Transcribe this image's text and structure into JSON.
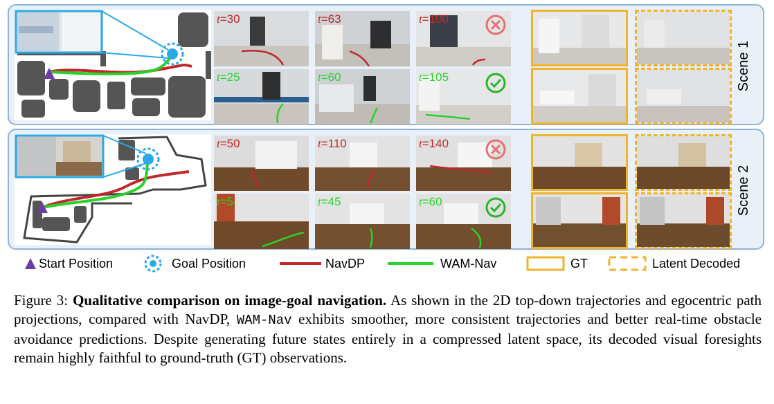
{
  "scenes": [
    {
      "label": "Scene 1",
      "navdp": [
        {
          "t_prefix": "t",
          "t_value": "=30"
        },
        {
          "t_prefix": "t",
          "t_value": "=63"
        },
        {
          "t_prefix": "t",
          "t_value": "=100"
        }
      ],
      "wam": [
        {
          "t_prefix": "t",
          "t_value": "=25"
        },
        {
          "t_prefix": "t",
          "t_value": "=60"
        },
        {
          "t_prefix": "t",
          "t_value": "=105"
        }
      ]
    },
    {
      "label": "Scene 2",
      "navdp": [
        {
          "t_prefix": "t",
          "t_value": "=50"
        },
        {
          "t_prefix": "t",
          "t_value": "=110"
        },
        {
          "t_prefix": "t",
          "t_value": "=140"
        }
      ],
      "wam": [
        {
          "t_prefix": "t",
          "t_value": "=5"
        },
        {
          "t_prefix": "t",
          "t_value": "=45"
        },
        {
          "t_prefix": "t",
          "t_value": "=60"
        }
      ]
    }
  ],
  "legend": {
    "start": "Start Position",
    "goal": "Goal Position",
    "navdp": "NavDP",
    "wam": "WAM-Nav",
    "gt": "GT",
    "latent": "Latent Decoded"
  },
  "caption": {
    "figure_label": "Figure 3:",
    "title": "Qualitative comparison on image-goal navigation.",
    "text_1": "As shown in the 2D top-down trajectories and egocentric path projections, compared with NavDP,",
    "method": "WAM-Nav",
    "text_2": "exhibits smoother, more consistent trajectories and better real-time obstacle avoidance predictions. Despite generating future states entirely in a compressed latent space, its decoded visual foresights remain highly faithful to ground-truth (GT) observations."
  },
  "colors": {
    "navdp": "#c0282a",
    "wam": "#2bd12b",
    "goal": "#1fa8e6",
    "start": "#6b3fa0",
    "gt_border": "#f1b329",
    "panel_border": "#8fb3d3",
    "panel_bg": "#e9f0f7"
  },
  "icons": {
    "fail": "x-circle-icon",
    "success": "check-circle-icon"
  }
}
